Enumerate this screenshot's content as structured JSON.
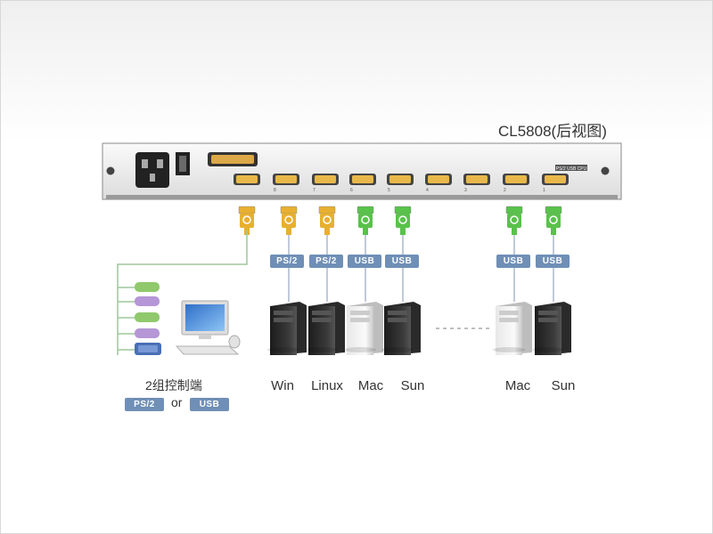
{
  "title": "CL5808(后视图)",
  "device": {
    "port_numbers": [
      "8",
      "7",
      "6",
      "5",
      "4",
      "3",
      "2",
      "1"
    ],
    "ps2_usb_label": "PS/2 USB CPU"
  },
  "console": {
    "label": "2组控制端",
    "option_a": "PS/2",
    "or_text": "or",
    "option_b": "USB"
  },
  "computers": [
    {
      "name": "Win",
      "interface": "PS/2"
    },
    {
      "name": "Linux",
      "interface": "PS/2"
    },
    {
      "name": "Mac",
      "interface": "USB"
    },
    {
      "name": "Sun",
      "interface": "USB"
    },
    {
      "name": "Mac",
      "interface": "USB"
    },
    {
      "name": "Sun",
      "interface": "USB"
    }
  ],
  "colors": {
    "ps2_connector": "#e8b030",
    "usb_connector": "#59c24a",
    "badge": "#6f8fb6"
  }
}
